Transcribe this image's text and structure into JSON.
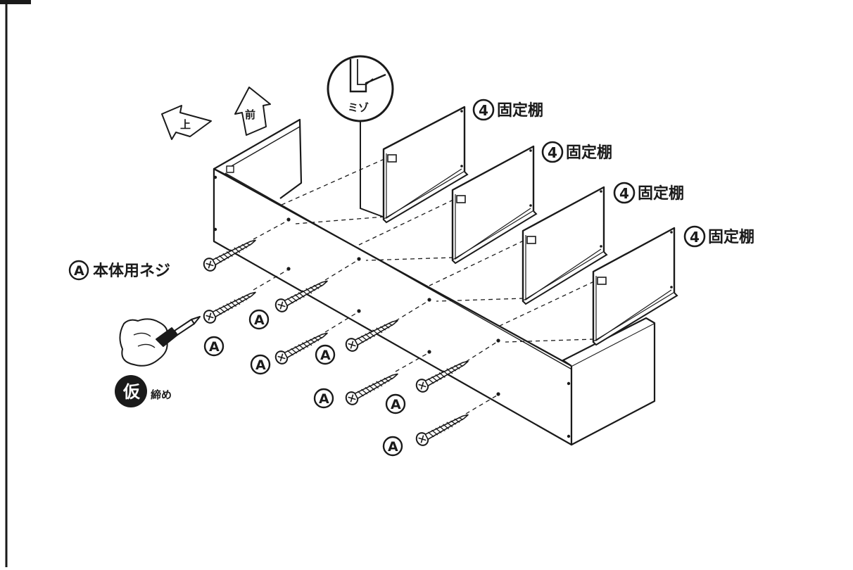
{
  "labels": {
    "shelf": "固定棚",
    "shelf_number": "4",
    "screw_letter": "A",
    "screw_name": "本体用ネジ",
    "groove": "ミゾ",
    "front": "前",
    "top": "上",
    "temp_mark": "仮",
    "temp_suffix": "締め"
  },
  "colors": {
    "ink": "#1a1a1a",
    "paper": "#ffffff"
  }
}
